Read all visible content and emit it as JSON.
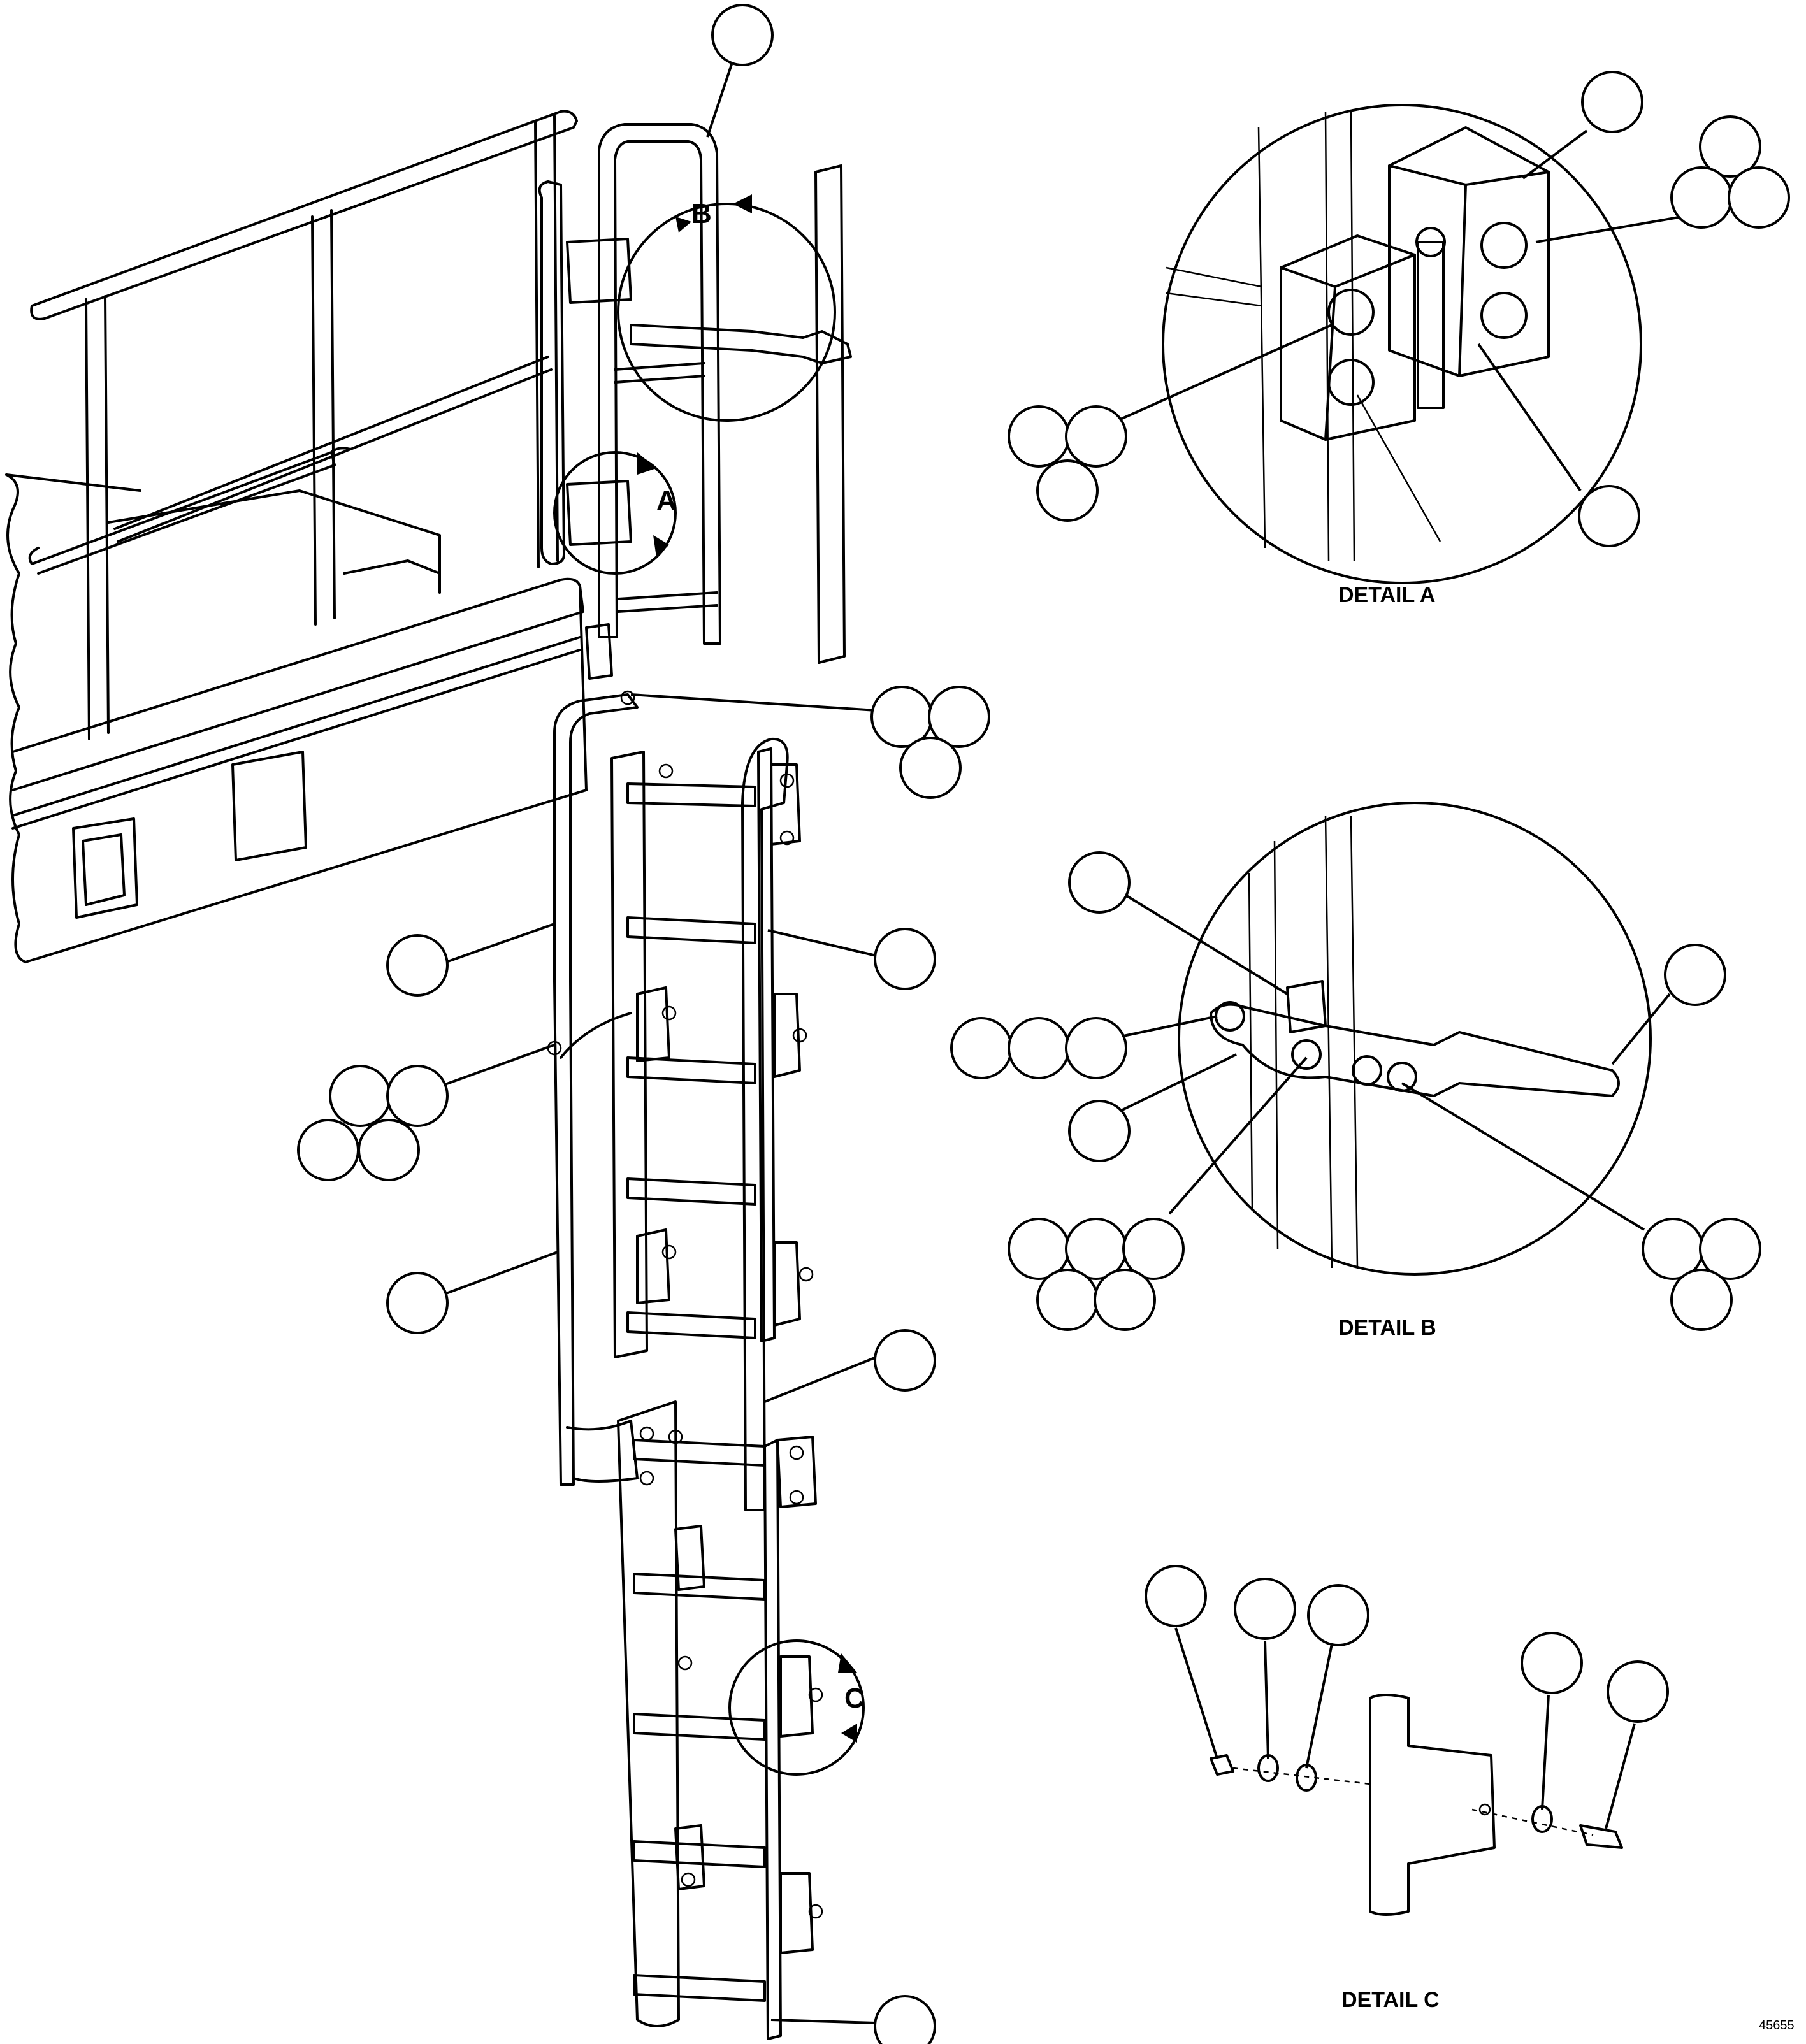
{
  "detail_labels": {
    "a": "DETAIL A",
    "b": "DETAIL B",
    "c": "DETAIL C"
  },
  "view_markers": {
    "a": "A",
    "b": "B",
    "c": "C"
  },
  "drawing_number": "45655"
}
